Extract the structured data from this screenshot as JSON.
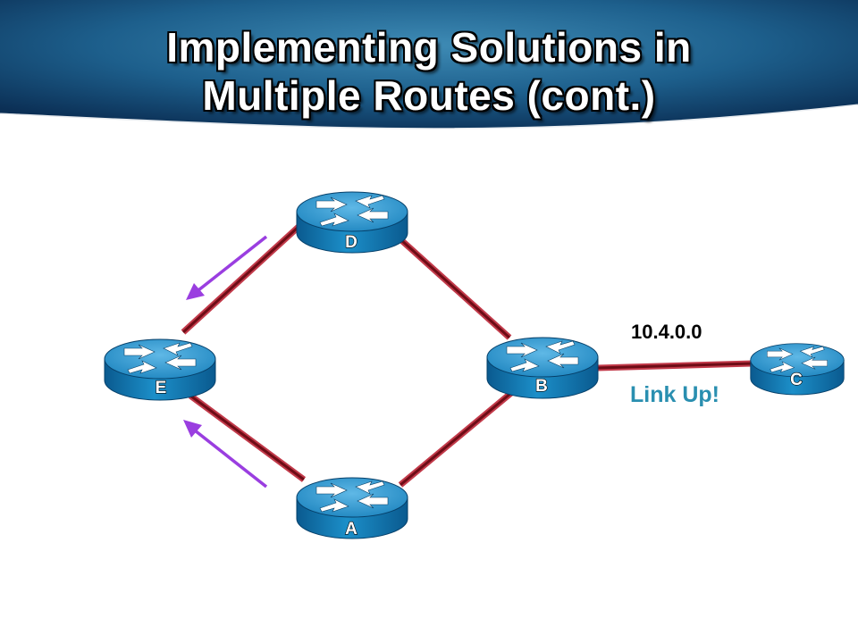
{
  "slide": {
    "title_line_1": "Implementing Solutions in",
    "title_line_2": "Multiple Routes (cont.)"
  },
  "diagram": {
    "routers": {
      "D": "D",
      "E": "E",
      "B": "B",
      "A": "A",
      "C": "C"
    },
    "network_label": "10.4.0.0",
    "link_status": "Link Up!",
    "links": [
      {
        "from": "E",
        "to": "D"
      },
      {
        "from": "D",
        "to": "B"
      },
      {
        "from": "E",
        "to": "A"
      },
      {
        "from": "A",
        "to": "B"
      },
      {
        "from": "B",
        "to": "C"
      }
    ],
    "arrows": [
      {
        "direction": "toward E from D side"
      },
      {
        "direction": "toward E from A side"
      }
    ]
  },
  "colors": {
    "header_dark": "#0b2f55",
    "header_light": "#3e8bb5",
    "router_blue": "#1c8fc9",
    "link_red": "#9a1020",
    "arrow_purple": "#9a3ee0",
    "status_teal": "#2a8fb0"
  }
}
